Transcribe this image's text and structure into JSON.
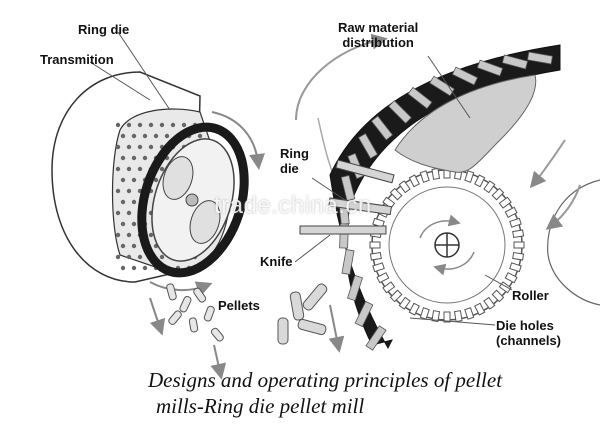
{
  "labels": {
    "ring_die_top": "Ring die",
    "transmition": "Transmition",
    "raw_material_l1": "Raw material",
    "raw_material_l2": "distribution",
    "ring_die_mid_l1": "Ring",
    "ring_die_mid_l2": "die",
    "knife": "Knife",
    "pellets": "Pellets",
    "roller": "Roller",
    "die_holes_l1": "Die holes",
    "die_holes_l2": "(channels)"
  },
  "caption": {
    "line1": "Designs and operating principles of pellet",
    "line2": "mills-Ring die pellet mill"
  },
  "watermark": "trade.china.cn",
  "colors": {
    "ink": "#111111",
    "die_black": "#1a1a1a",
    "channel_gray": "#c8c8c8",
    "material_gray": "#cfcfcf",
    "line_gray": "#777777"
  }
}
